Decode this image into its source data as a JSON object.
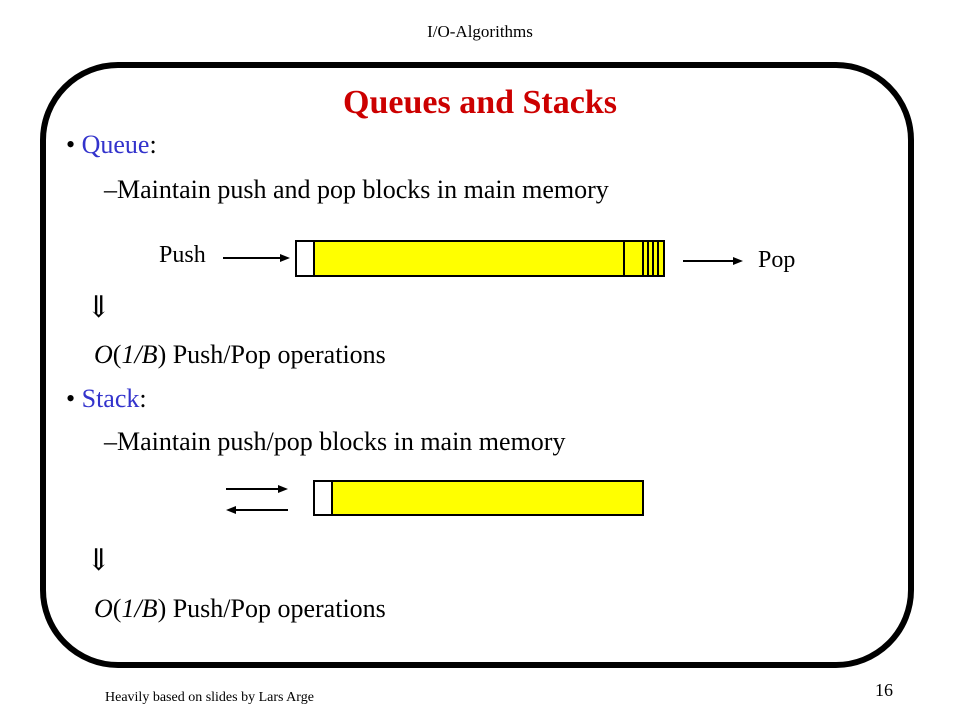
{
  "header": {
    "title": "I/O-Algorithms"
  },
  "slide": {
    "title": "Queues and Stacks",
    "queue": {
      "bullet_label": "Queue",
      "colon": ":",
      "sub_item": "Maintain push and pop blocks in main memory",
      "push_label": "Push",
      "pop_label": "Pop",
      "implies": "⇓",
      "result_o": "O",
      "result_paren_open": "(",
      "result_arg": "1/B",
      "result_rest": ") Push/Pop operations"
    },
    "stack": {
      "bullet_label": "Stack",
      "colon": ":",
      "sub_item": "Maintain push/pop blocks in main memory",
      "implies": "⇓",
      "result_o": "O",
      "result_paren_open": "(",
      "result_arg": "1/B",
      "result_rest": ") Push/Pop operations"
    }
  },
  "footer": {
    "credit": "Heavily based on slides by Lars Arge",
    "page_number": "16"
  },
  "colors": {
    "title": "#cc0000",
    "bullet_label": "#3333cc",
    "block_fill": "#ffff00",
    "frame": "#000000"
  }
}
